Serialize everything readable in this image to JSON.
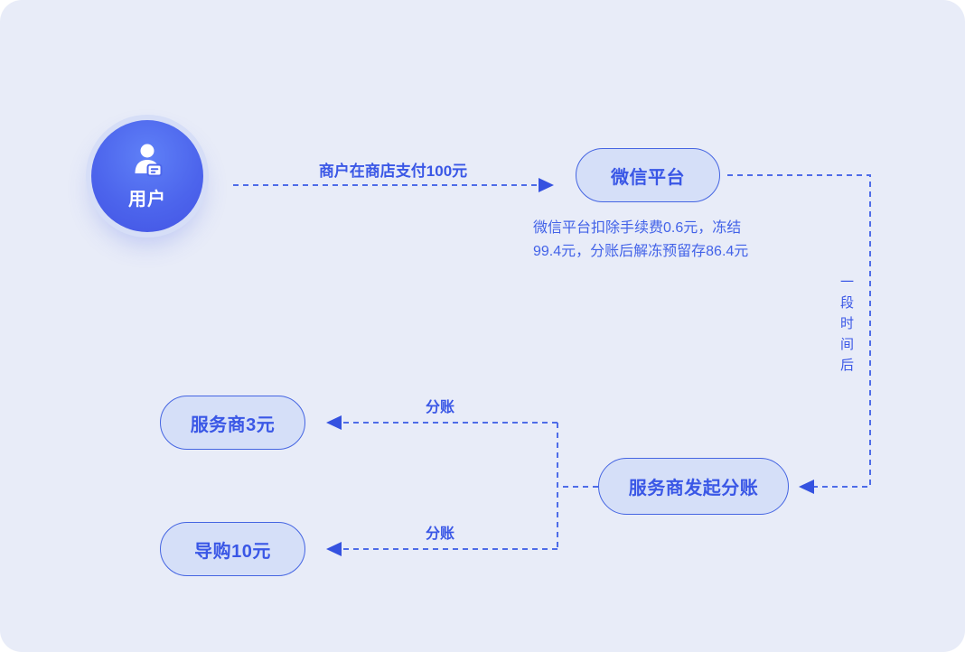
{
  "diagram": {
    "title_context": "wechat-profit-sharing-flow",
    "colors": {
      "canvas_background": "#E8ECF8",
      "accent_text": "#3A57E6",
      "node_fill": "#D5DFF8",
      "node_border": "#4565E2",
      "connector_line": "#4E6CE8",
      "arrowhead": "#3552E0",
      "user_circle_top": "#5F80F7",
      "user_circle_bottom": "#4354E4",
      "note_text": "#4262E8"
    },
    "nodes": {
      "user": {
        "label": "用户",
        "icon": "user-badge-icon",
        "shape": "circle"
      },
      "wechat_platform": {
        "label": "微信平台",
        "shape": "pill"
      },
      "split_initiator": {
        "label": "服务商发起分账",
        "shape": "pill"
      },
      "service_provider": {
        "label": "服务商3元",
        "shape": "pill"
      },
      "shopping_guide": {
        "label": "导购10元",
        "shape": "pill"
      }
    },
    "edges": {
      "payment": {
        "label": "商户在商店支付100元",
        "from": "用户",
        "to": "微信平台"
      },
      "wait": {
        "label": "一段时间后",
        "from": "微信平台",
        "to": "服务商发起分账"
      },
      "split_to_provider": {
        "label": "分账",
        "from": "服务商发起分账",
        "to": "服务商3元"
      },
      "split_to_guide": {
        "label": "分账",
        "from": "服务商发起分账",
        "to": "导购10元"
      }
    },
    "notes": {
      "fee_line1": "微信平台扣除手续费0.6元，冻结",
      "fee_line2": "99.4元，分账后解冻预留存86.4元"
    }
  }
}
